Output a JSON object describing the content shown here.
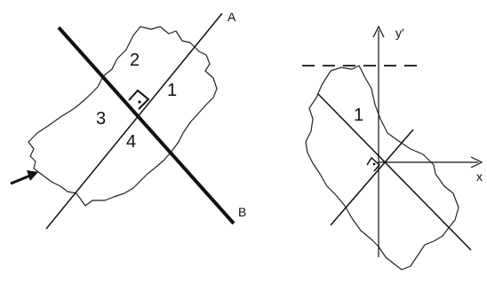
{
  "left_panel": {
    "regions": [
      "1",
      "2",
      "3",
      "4"
    ],
    "line_labels": {
      "a": "A",
      "b": "B"
    }
  },
  "right_panel": {
    "region": "1",
    "axis_labels": {
      "y": "y'",
      "x": "x"
    }
  }
}
